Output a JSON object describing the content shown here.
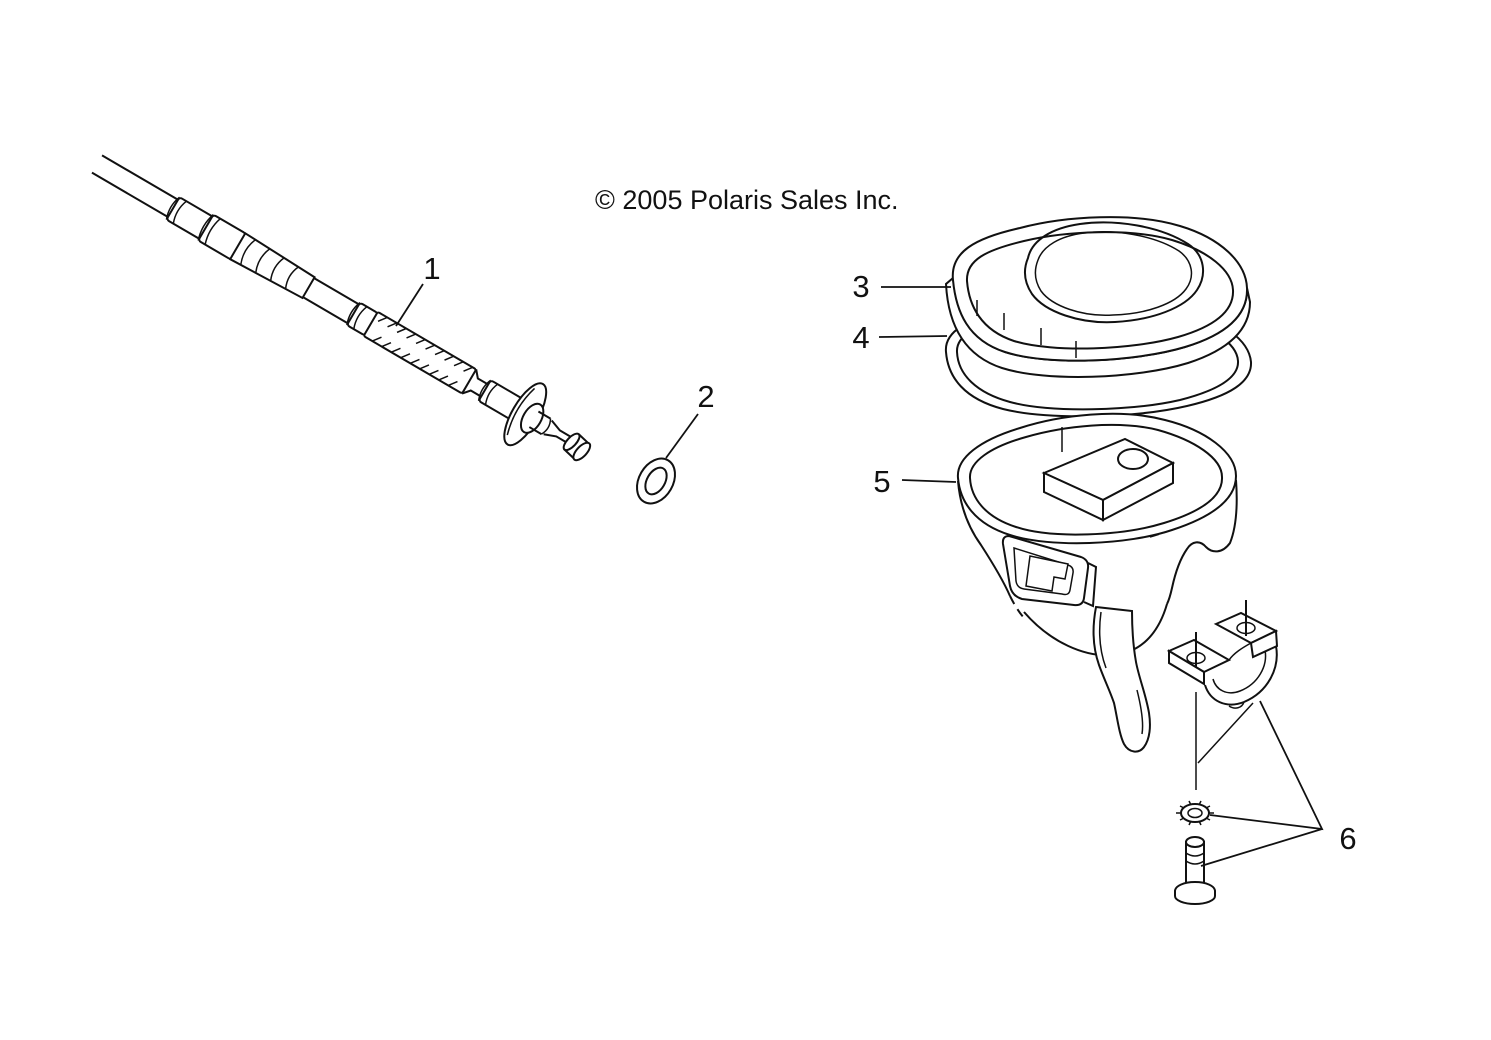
{
  "diagram": {
    "title_note": "exploded parts diagram",
    "copyright": "© 2005 Polaris Sales Inc.",
    "colors": {
      "line": "#111111",
      "background": "#ffffff"
    },
    "callouts": [
      {
        "label": "1"
      },
      {
        "label": "2"
      },
      {
        "label": "3"
      },
      {
        "label": "4"
      },
      {
        "label": "5"
      },
      {
        "label": "6"
      }
    ]
  }
}
